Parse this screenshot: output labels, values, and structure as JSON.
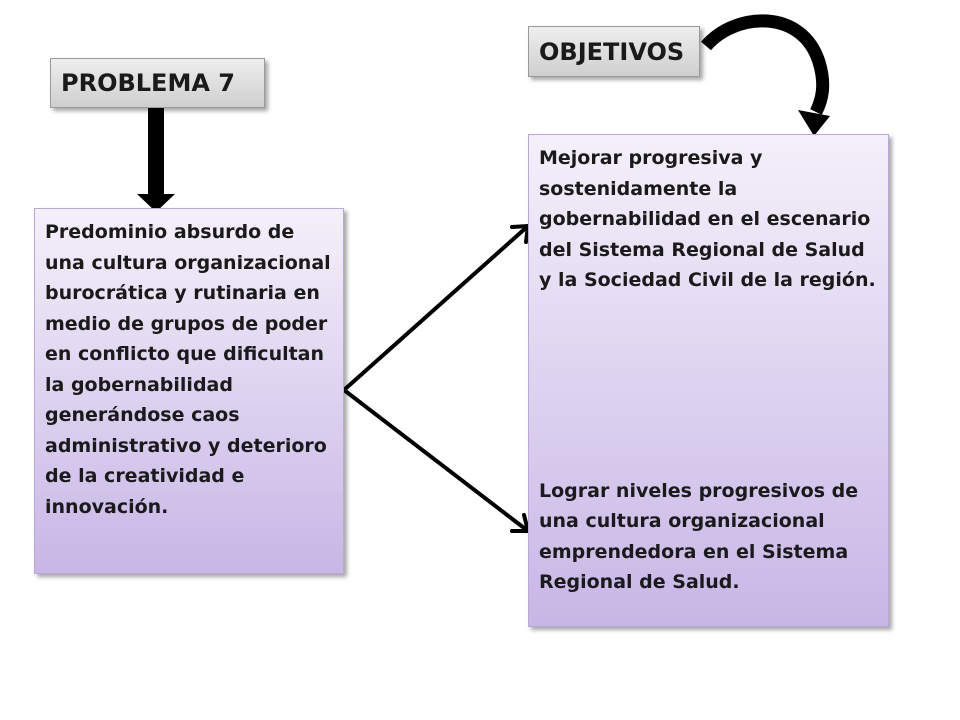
{
  "problem": {
    "label": "PROBLEMA 7",
    "description": "Predominio absurdo de una cultura organizacional burocrática y rutinaria en medio de grupos de poder en conflicto que dificultan la gobernabilidad generándose caos administrativo y deterioro de la creatividad e innovación."
  },
  "objectives": {
    "label": "OBJETIVOS",
    "items": [
      "Mejorar  progresiva y sostenidamente la gobernabilidad en el escenario del  Sistema Regional de Salud y la Sociedad Civil de la región.",
      "Lograr niveles progresivos de una cultura organizacional emprendedora en el Sistema Regional de Salud."
    ]
  },
  "colors": {
    "box_fill_top": "#f4f0fa",
    "box_fill_bottom": "#c8b6e6",
    "arrow": "#000000"
  }
}
